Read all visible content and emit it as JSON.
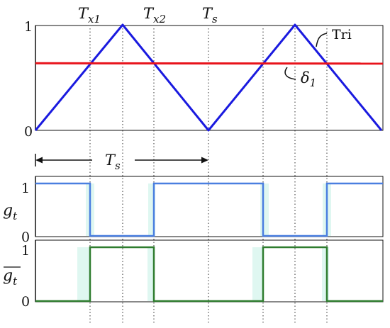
{
  "diagram": {
    "top_labels": {
      "tx1": "T",
      "tx1_sub": "x1",
      "tx2": "T",
      "tx2_sub": "x2",
      "ts": "T",
      "ts_sub": "s"
    },
    "panel1": {
      "y_top": "1",
      "y_bottom": "0",
      "tri_label": "Tri",
      "delta_label": "δ",
      "delta_sub": "1"
    },
    "period": {
      "label": "T",
      "label_sub": "s"
    },
    "panel2": {
      "y_top": "1",
      "y_bottom": "0",
      "ylabel": "g",
      "ylabel_sub": "t"
    },
    "panel3": {
      "y_top": "1",
      "y_bottom": "0",
      "ylabel": "g",
      "ylabel_sub": "t"
    },
    "colors": {
      "triangle": "#1a1adf",
      "delta": "#e8131b",
      "gate": "#4a7fe0",
      "gate_complement": "#2f7d2f",
      "deadtime_shade": "#dff7f1",
      "axis": "#111111",
      "guide": "#333333"
    },
    "values": {
      "delta_level": 0.64
    }
  }
}
